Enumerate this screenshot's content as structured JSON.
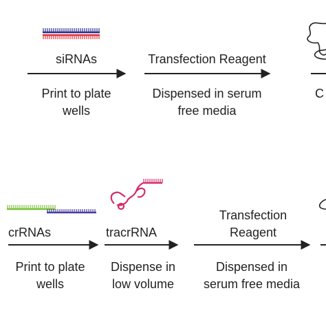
{
  "colors": {
    "ink": "#222222",
    "sirna_top": "#2b2f8f",
    "sirna_bottom": "#e0323c",
    "crrna_green": "#7ec23e",
    "crrna_blue": "#4a3fa0",
    "tracrrna": "#d42b6a"
  },
  "top_row": {
    "step1": {
      "above": "siRNAs",
      "below_line1": "Print to plate",
      "below_line2": "wells"
    },
    "step2": {
      "above": "Transfection Reagent",
      "below_line1": "Dispensed in serum",
      "below_line2": "free media"
    },
    "step3": {
      "below_partial": "C"
    }
  },
  "bottom_row": {
    "step1": {
      "above": "crRNAs",
      "below_line1": "Print to plate",
      "below_line2": "wells"
    },
    "step2": {
      "above": "tracrRNA",
      "below_line1": "Dispense in",
      "below_line2": "low volume"
    },
    "step3": {
      "above_line1": "Transfection",
      "above_line2": "Reagent",
      "below_line1": "Dispensed in",
      "below_line2": "serum free media"
    }
  }
}
